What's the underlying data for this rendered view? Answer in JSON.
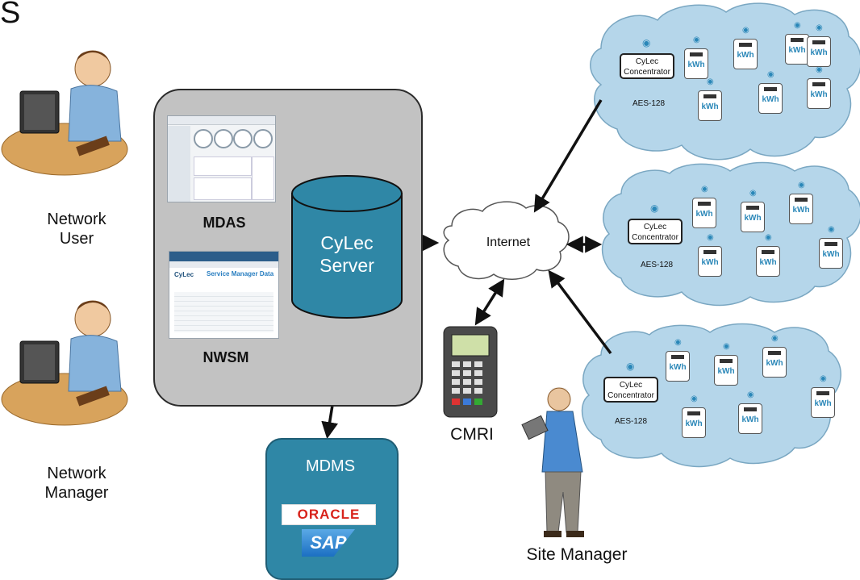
{
  "corner_text": "S",
  "left": {
    "network_user": [
      "Network",
      "User"
    ],
    "network_manager": [
      "Network",
      "Manager"
    ]
  },
  "server_box": {
    "mdas": "MDAS",
    "nwsm": "NWSM",
    "db_label": [
      "CyLec",
      "Server"
    ],
    "nwsm_title": "Service Manager Data",
    "nwsm_logo": "CyLec"
  },
  "mdms": {
    "title": "MDMS",
    "oracle": "ORACLE",
    "sap": "SAP"
  },
  "internet": "Internet",
  "cmri": "CMRI",
  "site_manager": "Site Manager",
  "clusters": [
    {
      "concentrator": [
        "CyLec",
        "Concentrator"
      ],
      "aes": "AES-128",
      "meter_label": "kWh"
    },
    {
      "concentrator": [
        "CyLec",
        "Concentrator"
      ],
      "aes": "AES-128",
      "meter_label": "kWh"
    },
    {
      "concentrator": [
        "CyLec",
        "Concentrator"
      ],
      "aes": "AES-128",
      "meter_label": "kWh"
    }
  ],
  "colors": {
    "server_box": "#c2c2c2",
    "db_blue": "#2f87a6",
    "cloud_blue": "#b5d6ea",
    "meter_text": "#2a87b8"
  }
}
